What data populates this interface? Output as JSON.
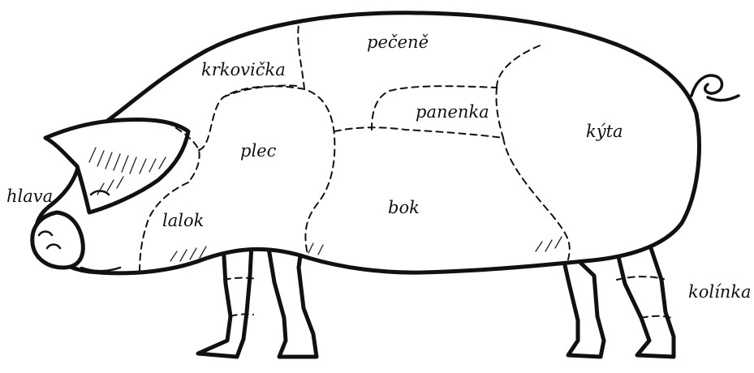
{
  "diagram": {
    "line_color": "#111111",
    "background": "#ffffff",
    "labels": {
      "hlava": "hlava",
      "krkovicka": "krkovička",
      "pecene": "pečeně",
      "panenka": "panenka",
      "kyta": "kýta",
      "plec": "plec",
      "lalok": "lalok",
      "bok": "bok",
      "kolinka": "kolínka"
    }
  }
}
